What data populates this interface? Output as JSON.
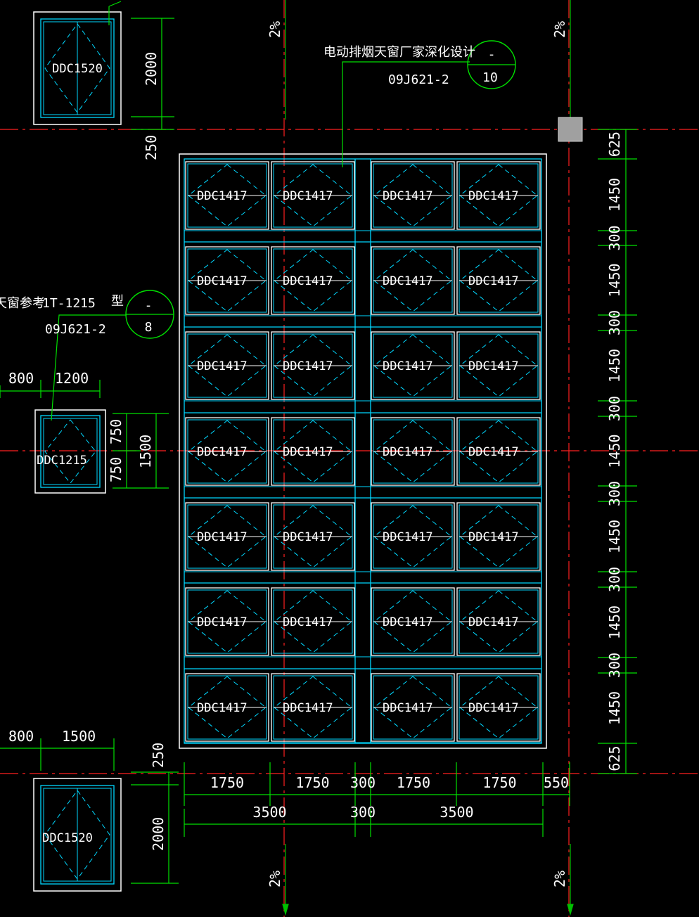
{
  "colors": {
    "background": "#000000",
    "axis_red": "#ff2020",
    "axis_green": "#00c000",
    "window_cyan": "#00d8ff",
    "frame_white": "#ffffff",
    "dim_green": "#00e000",
    "grip_grey": "#a0a0a0"
  },
  "window_tags": {
    "large": "DDC1417",
    "top_left": "DDC1520",
    "mid_left": "DDC1215",
    "bottom_left": "DDC1520"
  },
  "annotations": {
    "top_note": "电动排烟天窗厂家深化设计",
    "top_ref_code": "09J621-2",
    "top_bubble_top": "-",
    "top_bubble_bottom": "10",
    "left_note_a": "天窗参考",
    "left_note_b": "1T-1215",
    "left_note_c": "型",
    "left_ref_code": "09J621-2",
    "left_bubble_top": "-",
    "left_bubble_bottom": "8"
  },
  "slopes": {
    "upper_left": "2%",
    "upper_right": "2%",
    "lower_left": "2%",
    "lower_right": "2%"
  },
  "dims": {
    "right": [
      "625",
      "1450",
      "300",
      "1450",
      "300",
      "1450",
      "300",
      "1450",
      "300",
      "1450",
      "300",
      "1450",
      "300",
      "1450",
      "625"
    ],
    "bottom_row1": [
      "1750",
      "1750",
      "300",
      "1750",
      "1750",
      "550"
    ],
    "bottom_row2": [
      "3500",
      "300",
      "3500"
    ],
    "top_left_height": "2000",
    "top_left_gap": "250",
    "mid_left_w1": "800",
    "mid_left_w2": "1200",
    "mid_left_h1": "750",
    "mid_left_h2": "750",
    "mid_left_total": "1500",
    "bottom_left_w1": "800",
    "bottom_left_w2": "1500",
    "bottom_left_gap": "250",
    "bottom_left_height": "2000"
  }
}
